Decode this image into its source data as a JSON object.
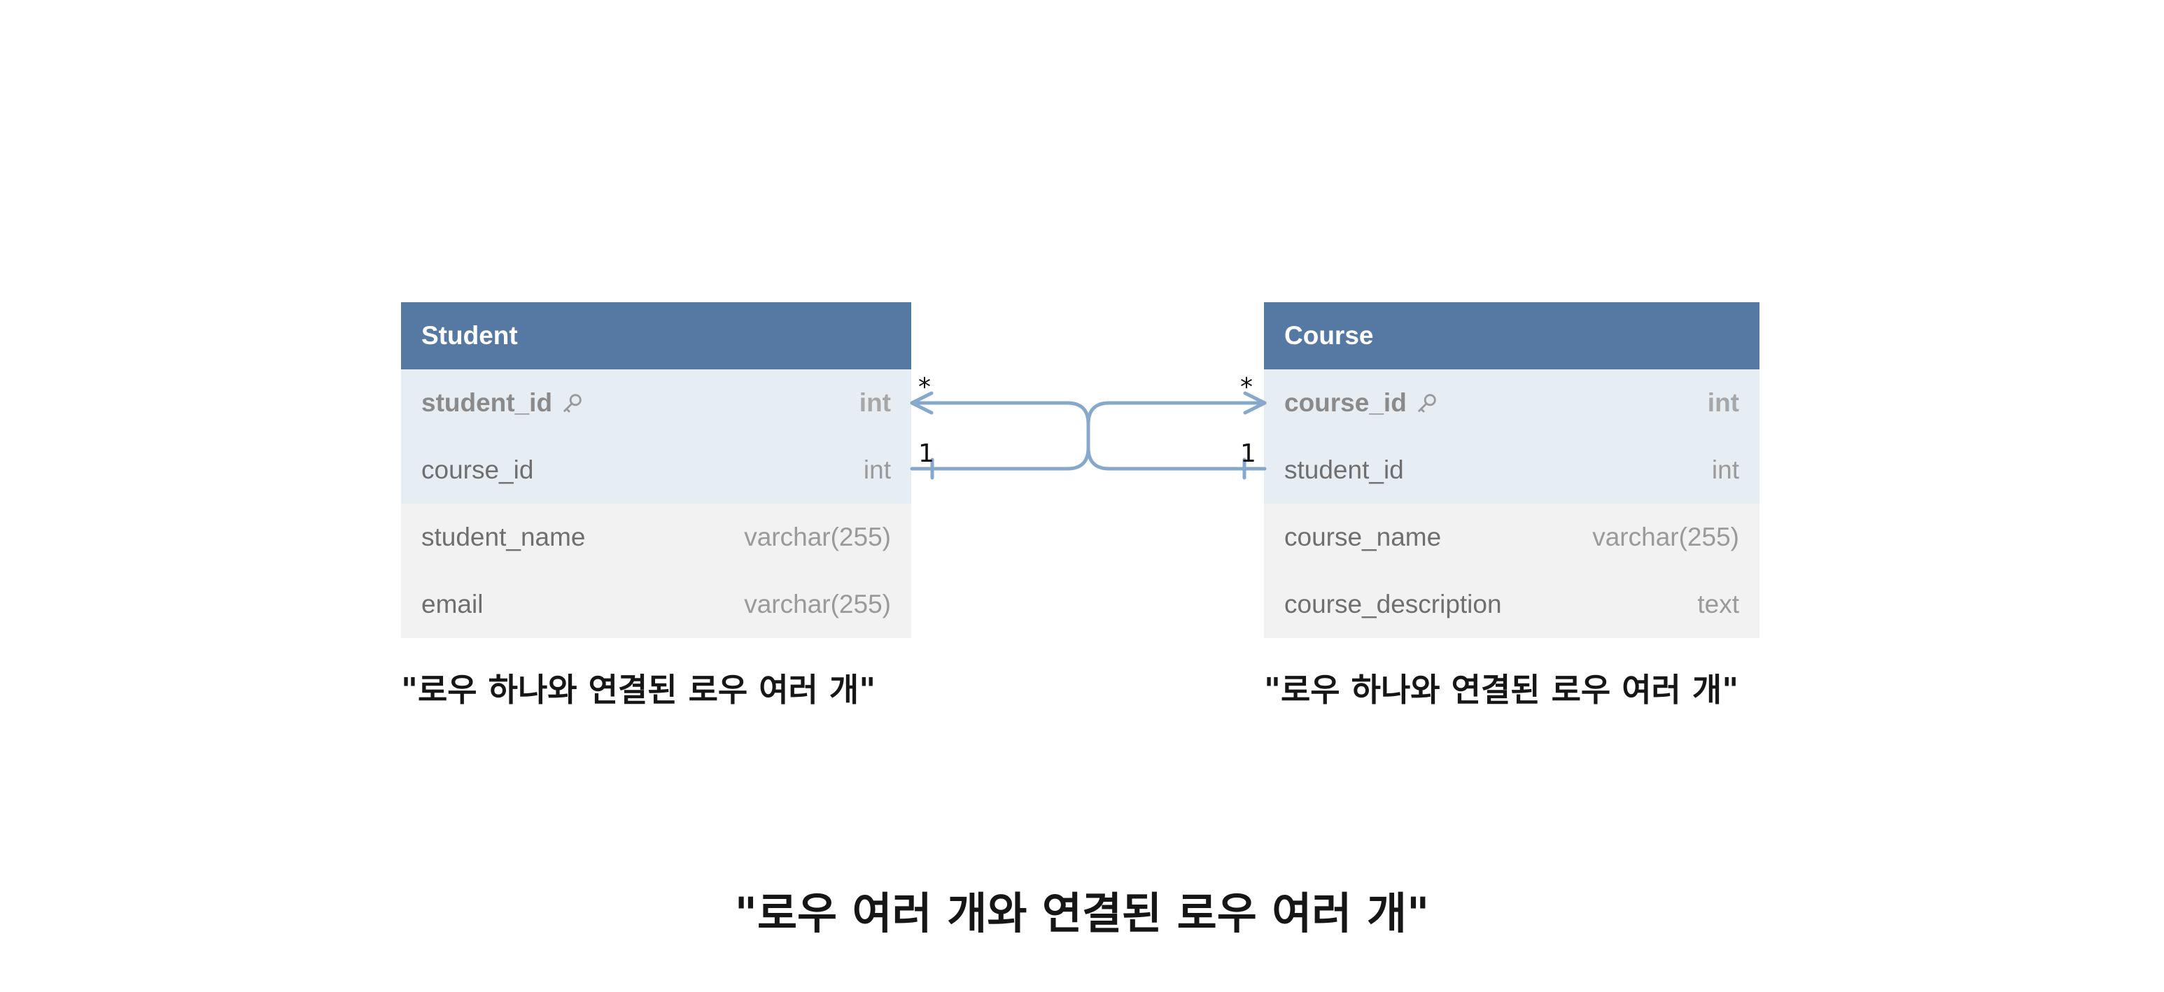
{
  "tables": {
    "student": {
      "title": "Student",
      "rows": [
        {
          "name": "student_id",
          "type": "int"
        },
        {
          "name": "course_id",
          "type": "int"
        },
        {
          "name": "student_name",
          "type": "varchar(255)"
        },
        {
          "name": "email",
          "type": "varchar(255)"
        }
      ]
    },
    "course": {
      "title": "Course",
      "rows": [
        {
          "name": "course_id",
          "type": "int"
        },
        {
          "name": "student_id",
          "type": "int"
        },
        {
          "name": "course_name",
          "type": "varchar(255)"
        },
        {
          "name": "course_description",
          "type": "text"
        }
      ]
    }
  },
  "relationships": {
    "left_many": "*",
    "left_one": "1",
    "right_many": "*",
    "right_one": "1"
  },
  "captions": {
    "left": "\"로우 하나와 연결된 로우 여러 개\"",
    "right": "\"로우 하나와 연결된 로우 여러 개\"",
    "bottom": "\"로우 여러 개와 연결된 로우 여러 개\""
  },
  "colors": {
    "header": "#5579a3",
    "fk_row": "#e6eef4",
    "row": "#f2f2f2",
    "connector": "#86a8cc"
  }
}
